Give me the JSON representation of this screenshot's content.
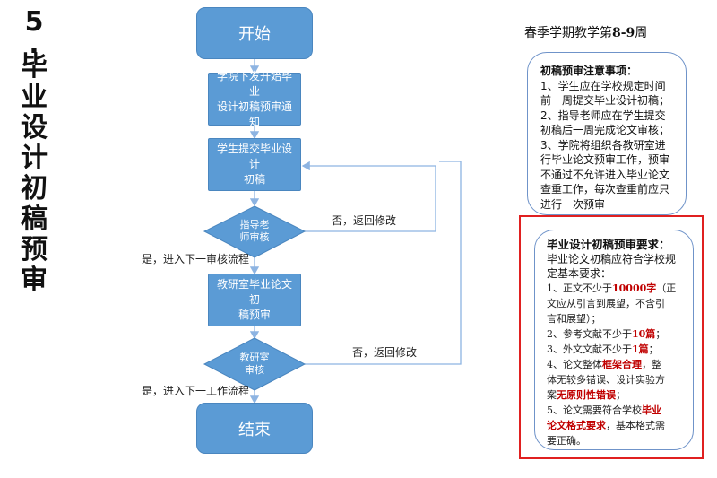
{
  "title_chars": [
    "5",
    ".",
    "毕",
    "业",
    "设",
    "计",
    "初",
    "稿",
    "预",
    "审"
  ],
  "flow": {
    "start": "开始",
    "step1": [
      "学院下发开始毕业",
      "设计初稿预审通知"
    ],
    "step2": [
      "学生提交毕业设计",
      "初稿"
    ],
    "decision1": [
      "指导老",
      "师审核"
    ],
    "reject1": "否，返回修改",
    "pass1": "是，进入下一审核流程",
    "step3": [
      "教研室毕业论文初",
      "稿预审"
    ],
    "decision2": [
      "教研室",
      "审核"
    ],
    "reject2": "否，返回修改",
    "pass2": "是，进入下一工作流程",
    "end": "结束"
  },
  "schedule": {
    "prefix": "春季学期教学第",
    "weeks": "8-9",
    "suffix": "周"
  },
  "notice": {
    "heading": "初稿预审注意事项：",
    "lines": [
      "1、学生应在学校规定时间",
      "前一周提交毕业设计初稿；",
      "2、指导老师应在学生提交",
      "初稿后一周完成论文审核；",
      "3、学院将组织各教研室进",
      "行毕业论文预审工作，预审",
      "不通过不允许进入毕业论文",
      "查重工作，每次查重前应只",
      "进行一次预审"
    ]
  },
  "requirements": {
    "heading": "毕业设计初稿预审要求：",
    "intro": [
      "毕业论文初稿应符合学校规",
      "定基本要求："
    ],
    "r1a": "1、正文不少于",
    "r1b": "10000字",
    "r1c": "（正",
    "r1d": [
      "文应从引言到展望，不含引",
      "言和展望）；"
    ],
    "r2a": "2、参考文献不少于",
    "r2b": "10篇",
    "r2c": "；",
    "r3a": "3、外文文献不少于",
    "r3b": "1篇",
    "r3c": "；",
    "r4a": "4、论文整体",
    "r4b": "框架合理",
    "r4c": "，整",
    "r4d": "体无较多错误、设计实验方",
    "r4e": "案",
    "r4f": "无原则性错误",
    "r4g": "；",
    "r5a": "5、论文需要符合学校",
    "r5b": "毕业",
    "r5c": "论文格式要求",
    "r5d": "，基本格式需",
    "r5e": "要正确。"
  },
  "colors": {
    "node_fill": "#5b9bd5",
    "connector": "#8db4e2",
    "frame": "#e02020",
    "highlight": "#c00000"
  }
}
